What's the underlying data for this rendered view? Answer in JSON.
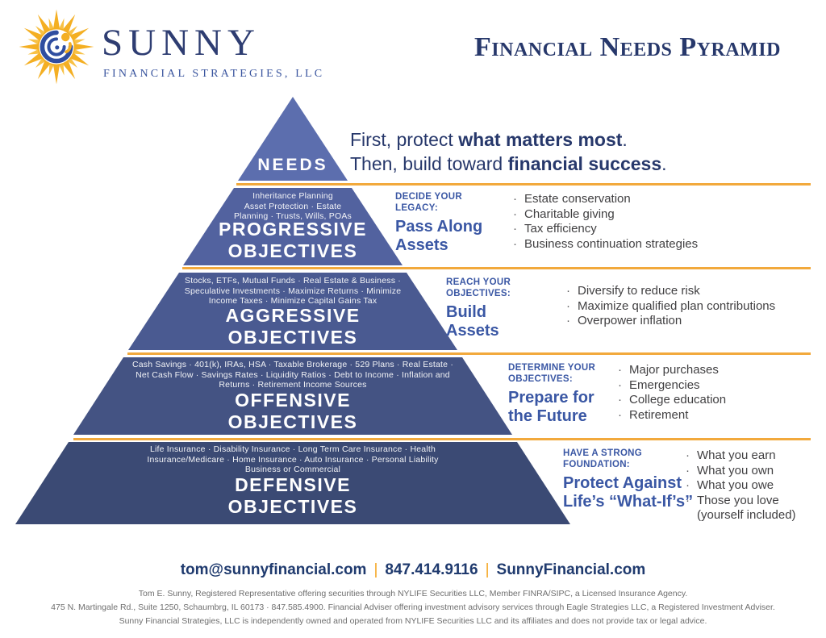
{
  "logo": {
    "name": "SUNNY",
    "subtitle": "FINANCIAL STRATEGIES, LLC"
  },
  "header": {
    "title": "Financial Needs Pyramid"
  },
  "intro": {
    "line1_pre": "First, protect ",
    "line1_strong": "what matters most",
    "line1_end": ".",
    "line2_pre": "Then, build toward ",
    "line2_strong": "financial success",
    "line2_end": "."
  },
  "bullet_char": "·",
  "pyramid": {
    "levels": [
      {
        "label": "NEEDS",
        "items": ""
      },
      {
        "title": "PROGRESSIVE\nOBJECTIVES",
        "items": "Inheritance Planning\nAsset Protection · Estate\nPlanning · Trusts, Wills, POAs"
      },
      {
        "title": "AGGRESSIVE\nOBJECTIVES",
        "items": "Stocks, ETFs, Mutual Funds · Real Estate & Business ·\nSpeculative Investments · Maximize Returns · Minimize\nIncome Taxes · Minimize Capital Gains Tax"
      },
      {
        "title": "OFFENSIVE\nOBJECTIVES",
        "items": "Cash Savings · 401(k), IRAs, HSA · Taxable Brokerage · 529 Plans · Real Estate ·\nNet Cash Flow · Savings Rates · Liquidity Ratios · Debt to Income · Inflation and\nReturns · Retirement Income Sources"
      },
      {
        "title": "DEFENSIVE\nOBJECTIVES",
        "items": "Life Insurance · Disability Insurance · Long Term Care Insurance · Health\nInsurance/Medicare · Home Insurance · Auto Insurance · Personal Liability\nBusiness or Commercial"
      }
    ]
  },
  "sections": [
    {
      "eyebrow": "DECIDE YOUR\nLEGACY:",
      "heading": "Pass Along\nAssets",
      "bullets": [
        "Estate conservation",
        "Charitable giving",
        "Tax efficiency",
        "Business continuation strategies"
      ]
    },
    {
      "eyebrow": "REACH YOUR\nOBJECTIVES:",
      "heading": "Build\nAssets",
      "bullets": [
        "Diversify to reduce risk",
        "Maximize qualified plan contributions",
        "Overpower inflation"
      ]
    },
    {
      "eyebrow": "DETERMINE YOUR\nOBJECTIVES:",
      "heading": "Prepare for\nthe Future",
      "bullets": [
        "Major purchases",
        "Emergencies",
        "College education",
        "Retirement"
      ]
    },
    {
      "eyebrow": "HAVE A STRONG\nFOUNDATION:",
      "heading": "Protect Against\nLife’s “What-If’s”",
      "bullets": [
        "What you earn",
        "What you own",
        "What you owe",
        "Those you love\n(yourself included)"
      ]
    }
  ],
  "contact": {
    "email": "tom@sunnyfinancial.com",
    "separator": "|",
    "phone": "847.414.9116",
    "website": "SunnyFinancial.com"
  },
  "disclaimer": {
    "line1": "Tom E. Sunny, Registered Representative offering securities through NYLIFE Securities LLC, Member FINRA/SIPC, a Licensed Insurance Agency.",
    "line2": "475 N. Martingale Rd., Suite 1250, Schaumbrg, IL 60173 · 847.585.4900. Financial Adviser offering investment advisory services through Eagle Strategies LLC, a Registered Investment Adviser.",
    "line3": "Sunny Financial Strategies, LLC is independently owned and operated from NYLIFE Securities LLC and its affiliates and does not provide tax or legal advice."
  },
  "colors": {
    "accent_orange": "#F2A93C",
    "navy": "#27386B",
    "label_blue": "#3A57A4",
    "band_colors": [
      "#5C6EAE",
      "#52629F",
      "#4A5A91",
      "#445383",
      "#3B4A74"
    ]
  }
}
